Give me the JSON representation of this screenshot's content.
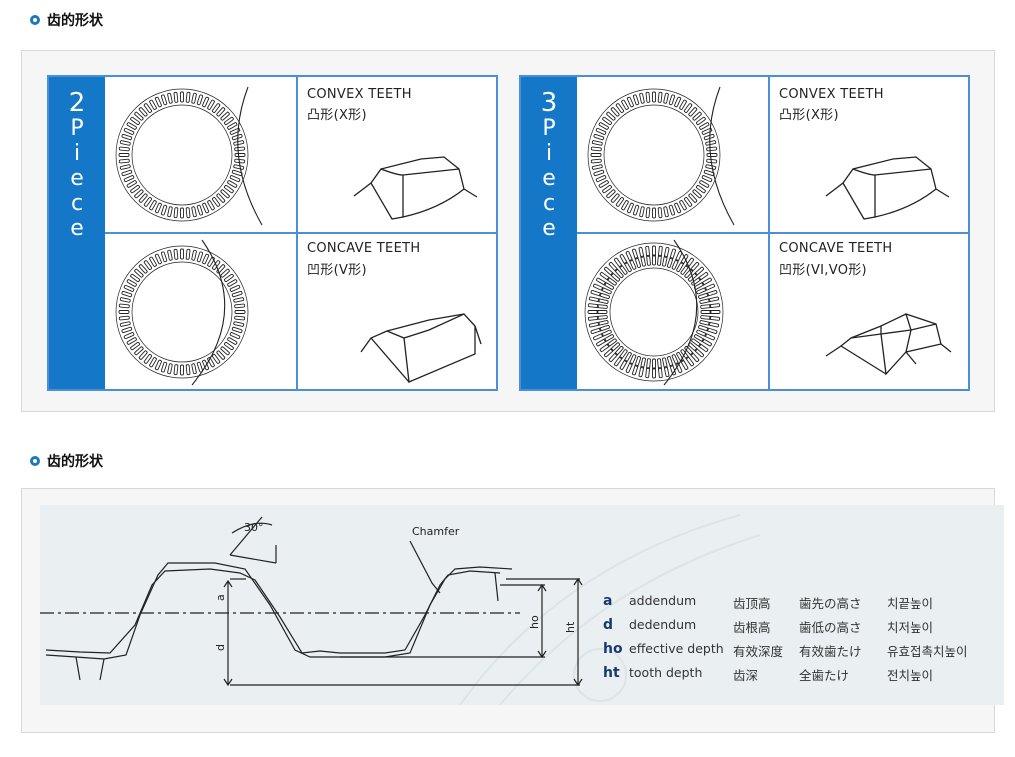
{
  "section1": {
    "title": "齿的形状"
  },
  "section2": {
    "title": "齿的形状"
  },
  "groups": [
    {
      "number": "2",
      "word": [
        "P",
        "i",
        "e",
        "c",
        "e"
      ],
      "top": {
        "en": "CONVEX TEETH",
        "cn": "凸形(X形)"
      },
      "bottom": {
        "en": "CONCAVE TEETH",
        "cn": "凹形(V形)"
      }
    },
    {
      "number": "3",
      "word": [
        "P",
        "i",
        "e",
        "c",
        "e"
      ],
      "top": {
        "en": "CONVEX TEETH",
        "cn": "凸形(X形)"
      },
      "bottom": {
        "en": "CONCAVE TEETH",
        "cn": "凹形(VI,VO形)"
      }
    }
  ],
  "diagram": {
    "angle_label": "30°",
    "chamfer_label": "Chamfer",
    "dims": {
      "a": "a",
      "d": "d",
      "ho": "ho",
      "ht": "ht"
    },
    "legend": [
      {
        "abbr": "a",
        "en": "addendum",
        "cn": "齿顶高",
        "jp": "歯先の高さ",
        "kr": "치끝높이"
      },
      {
        "abbr": "d",
        "en": "dedendum",
        "cn": "齿根高",
        "jp": "歯低の高さ",
        "kr": "치저높이"
      },
      {
        "abbr": "ho",
        "en": "effective depth",
        "cn": "有效深度",
        "jp": "有效歯たけ",
        "kr": "유효접촉치높이"
      },
      {
        "abbr": "ht",
        "en": "tooth depth",
        "cn": "齿深",
        "jp": "全歯たけ",
        "kr": "전치높이"
      }
    ]
  }
}
